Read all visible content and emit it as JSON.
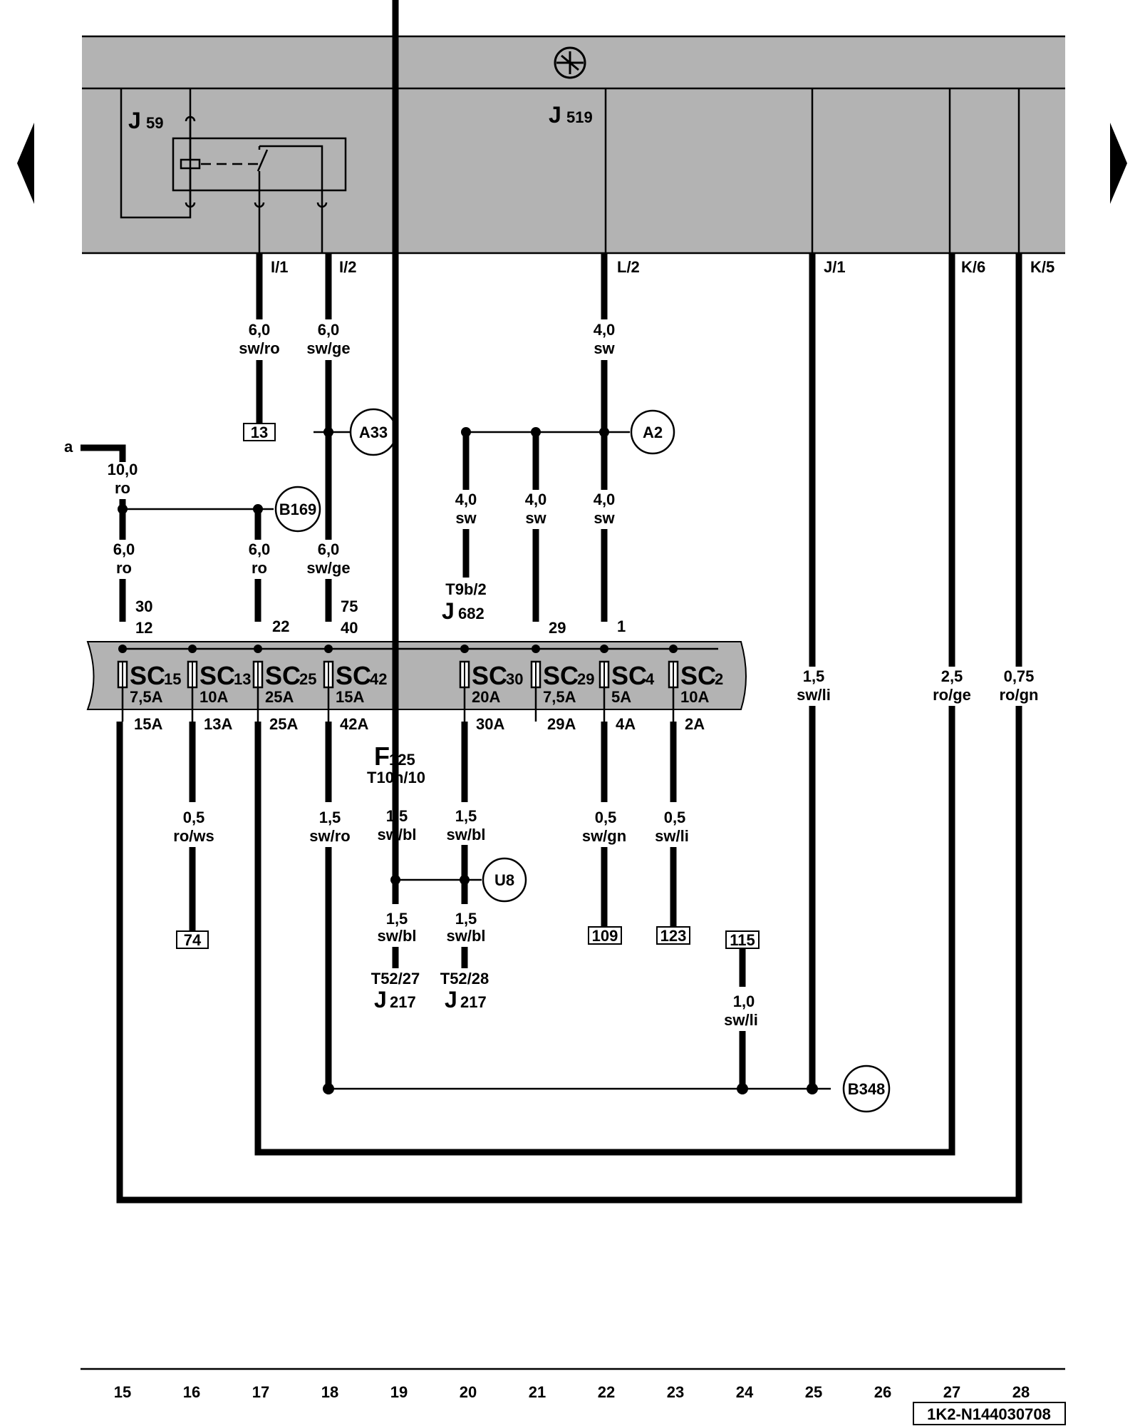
{
  "control_unit": {
    "relay_label": "J",
    "relay_sub": "59",
    "unit_label": "J",
    "unit_sub": "519",
    "terminals": [
      "I/1",
      "I/2",
      "L/2",
      "J/1",
      "K/6",
      "K/5"
    ]
  },
  "wires": {
    "w_i1": {
      "size": "6,0",
      "color": "sw/ro"
    },
    "w_i2": {
      "size": "6,0",
      "color": "sw/ge"
    },
    "w_l2": {
      "size": "4,0",
      "color": "sw"
    },
    "w_a": {
      "size": "10,0",
      "color": "ro"
    },
    "w_15": {
      "size": "6,0",
      "color": "ro"
    },
    "w_17": {
      "size": "6,0",
      "color": "ro"
    },
    "w_18b": {
      "size": "6,0",
      "color": "sw/ge"
    },
    "w_20": {
      "size": "4,0",
      "color": "sw"
    },
    "w_21": {
      "size": "4,0",
      "color": "sw"
    },
    "w_22b": {
      "size": "4,0",
      "color": "sw"
    },
    "w_25": {
      "size": "1,5",
      "color": "sw/li"
    },
    "w_27": {
      "size": "2,5",
      "color": "ro/ge"
    },
    "w_28": {
      "size": "0,75",
      "color": "ro/gn"
    },
    "w_16": {
      "size": "0,5",
      "color": "ro/ws"
    },
    "w_18c": {
      "size": "1,5",
      "color": "sw/ro"
    },
    "w_19a": {
      "size": "1,5",
      "color": "sw/bl"
    },
    "w_20a": {
      "size": "1,5",
      "color": "sw/bl"
    },
    "w_19b": {
      "size": "1,5",
      "color": "sw/bl"
    },
    "w_20b": {
      "size": "1,5",
      "color": "sw/bl"
    },
    "w_22c": {
      "size": "0,5",
      "color": "sw/gn"
    },
    "w_23": {
      "size": "0,5",
      "color": "sw/li"
    },
    "w_24": {
      "size": "1,0",
      "color": "sw/li"
    }
  },
  "connectors": {
    "a33": "A33",
    "a2": "A2",
    "b169": "B169",
    "u8": "U8",
    "b348": "B348"
  },
  "refs": {
    "r13": "13",
    "r74": "74",
    "r109": "109",
    "r123": "123",
    "r115": "115"
  },
  "wire_end_a": "a",
  "pins_top": {
    "p30": "30",
    "p12": "12",
    "p22": "22",
    "p75": "75",
    "p40": "40",
    "p29": "29",
    "p1": "1"
  },
  "fuses": [
    {
      "name": "SC",
      "num": "15",
      "rating": "7,5A",
      "out": "15A"
    },
    {
      "name": "SC",
      "num": "13",
      "rating": "10A",
      "out": "13A"
    },
    {
      "name": "SC",
      "num": "25",
      "rating": "25A",
      "out": "25A"
    },
    {
      "name": "SC",
      "num": "42",
      "rating": "15A",
      "out": "42A"
    },
    {
      "name": "SC",
      "num": "30",
      "rating": "20A",
      "out": "30A"
    },
    {
      "name": "SC",
      "num": "29",
      "rating": "7,5A",
      "out": "29A"
    },
    {
      "name": "SC",
      "num": "4",
      "rating": "5A",
      "out": "4A"
    },
    {
      "name": "SC",
      "num": "2",
      "rating": "10A",
      "out": "2A"
    }
  ],
  "components": {
    "j682_pin": "T9b/2",
    "j682_letter": "J",
    "j682_num": "682",
    "f125_letter": "F",
    "f125_num": "125",
    "f125_pin": "T10n/10",
    "j217a_pin": "T52/27",
    "j217a_letter": "J",
    "j217a_num": "217",
    "j217b_pin": "T52/28",
    "j217b_letter": "J",
    "j217b_num": "217"
  },
  "grid_numbers": [
    "15",
    "16",
    "17",
    "18",
    "19",
    "20",
    "21",
    "22",
    "23",
    "24",
    "25",
    "26",
    "27",
    "28"
  ],
  "doc_id": "1K2-N144030708"
}
